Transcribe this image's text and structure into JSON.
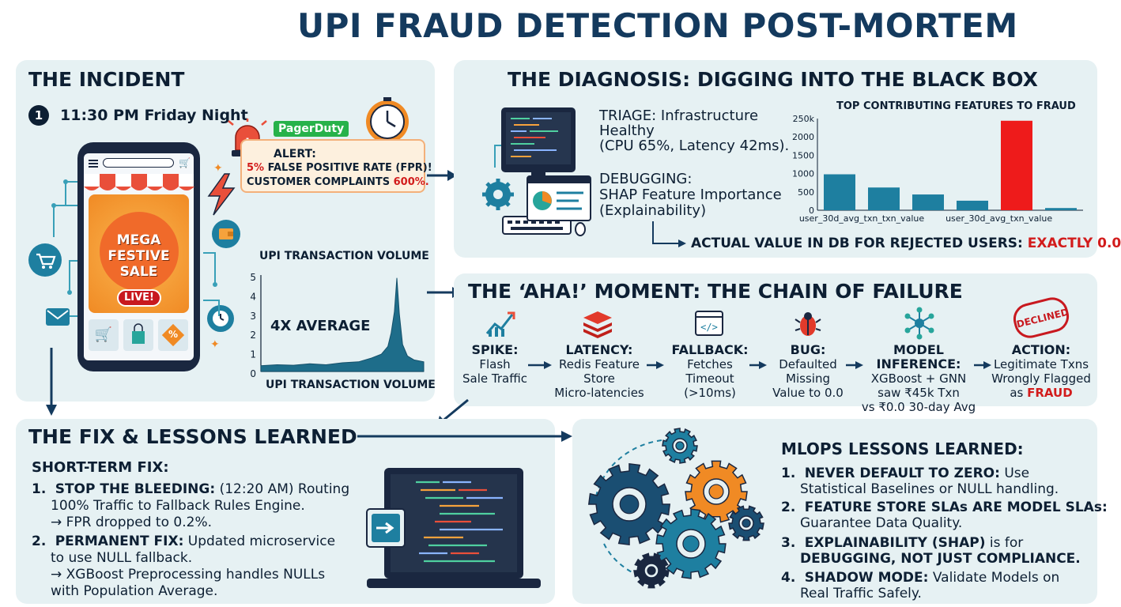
{
  "title": "UPI FRAUD DETECTION POST-MORTEM",
  "incident": {
    "title": "THE INCIDENT",
    "step_number": "1",
    "time": "11:30 PM Friday Night",
    "pagerduty": "PagerDuty",
    "alert_label": "ALERT:",
    "alert_line1_prefix": "5%",
    "alert_line1_rest": " FALSE POSITIVE RATE (FPR)!",
    "alert_line2_prefix": "CUSTOMER COMPLAINTS ",
    "alert_line2_highlight": "600%.",
    "sale_line1": "MEGA",
    "sale_line2": "FESTIVE",
    "sale_line3": "SALE",
    "sale_badge": "LIVE!",
    "percent_tile": "%",
    "volume_chart": {
      "title": "UPI TRANSACTION VOLUME",
      "xlabel": "UPI TRANSACTION VOLUME",
      "annotation": "4X AVERAGE",
      "y_ticks": [
        "0",
        "1",
        "2",
        "3",
        "4",
        "5"
      ]
    }
  },
  "diagnosis": {
    "title": "THE DIAGNOSIS: DIGGING INTO THE BLACK BOX",
    "triage_line1": "TRIAGE: Infrastructure",
    "triage_line2": "Healthy",
    "triage_line3": "(CPU 65%, Latency 42ms).",
    "debug_line1": "DEBUGGING:",
    "debug_line2": "SHAP Feature Importance",
    "debug_line3": "(Explainability)",
    "actual_prefix": "ACTUAL VALUE IN DB FOR REJECTED USERS: ",
    "actual_value": "EXACTLY 0.0"
  },
  "chart_data": {
    "type": "bar",
    "title": "TOP CONTRIBUTING FEATURES TO FRAUD",
    "y_tick_labels": [
      "0",
      "500",
      "1000",
      "1500",
      "2000",
      "250k"
    ],
    "ylim": [
      0,
      2500
    ],
    "x_tick_labels": [
      "user_30d_avg_txn_txn_value",
      "user_30d_avg_txn_value"
    ],
    "values": [
      980,
      620,
      430,
      260,
      2440,
      60
    ],
    "colors": [
      "#1e7fa0",
      "#1e7fa0",
      "#1e7fa0",
      "#1e7fa0",
      "#ee1b1b",
      "#1e7fa0"
    ]
  },
  "aha": {
    "title": "THE ‘AHA!’ MOMENT: THE CHAIN OF FAILURE",
    "declined_stamp": "DECLINED",
    "steps": [
      {
        "label": "SPIKE:",
        "line1": "Flash",
        "line2": "Sale Traffic",
        "line3": ""
      },
      {
        "label": "LATENCY:",
        "line1": "Redis Feature",
        "line2": "Store",
        "line3": "Micro-latencies"
      },
      {
        "label": "FALLBACK:",
        "line1": "Fetches",
        "line2": "Timeout",
        "line3": "(>10ms)"
      },
      {
        "label": "BUG:",
        "line1": "Defaulted",
        "line2": "Missing",
        "line3": "Value to 0.0"
      },
      {
        "label": "MODEL INFERENCE:",
        "line1": "XGBoost + GNN",
        "line2": "saw ₹45k Txn",
        "line3": "vs ₹0.0 30-day Avg"
      },
      {
        "label": "ACTION:",
        "line1": "Legitimate Txns",
        "line2": "Wrongly Flagged",
        "line3_prefix": "as ",
        "line3": "FRAUD"
      }
    ]
  },
  "fix": {
    "title": "THE FIX & LESSONS LEARNED",
    "short_term": "SHORT-TERM FIX:",
    "item1_num": "1.",
    "item1_bold": "STOP THE BLEEDING:",
    "item1_rest": " (12:20 AM) Routing",
    "item1_line2": "100% Traffic to Fallback Rules Engine.",
    "item1_line3": "→ FPR dropped to 0.2%.",
    "item2_num": "2.",
    "item2_bold": "PERMANENT FIX:",
    "item2_rest": " Updated microservice",
    "item2_line2": "to use NULL fallback.",
    "item2_line3": "→ XGBoost Preprocessing handles NULLs",
    "item2_line4": "with Population Average."
  },
  "lessons": {
    "title": "MLOPS LESSONS LEARNED:",
    "items": [
      {
        "num": "1.",
        "bold": "NEVER DEFAULT TO ZERO:",
        "rest": " Use",
        "line2": "Statistical Baselines or NULL handling."
      },
      {
        "num": "2.",
        "bold": "FEATURE STORE SLAs ARE MODEL SLAs:",
        "rest": "",
        "line2": "Guarantee Data Quality."
      },
      {
        "num": "3.",
        "bold": "EXPLAINABILITY (SHAP)",
        "rest": " is for",
        "line2": "DEBUGGING, NOT JUST COMPLIANCE."
      },
      {
        "num": "4.",
        "bold": "SHADOW MODE:",
        "rest": " Validate Models on",
        "line2": "Real Traffic Safely."
      }
    ]
  },
  "colors": {
    "navy": "#143a5e",
    "panel": "#e6f1f3",
    "red": "#d21c1c",
    "teal": "#1e7fa0",
    "orange": "#f08a24"
  }
}
